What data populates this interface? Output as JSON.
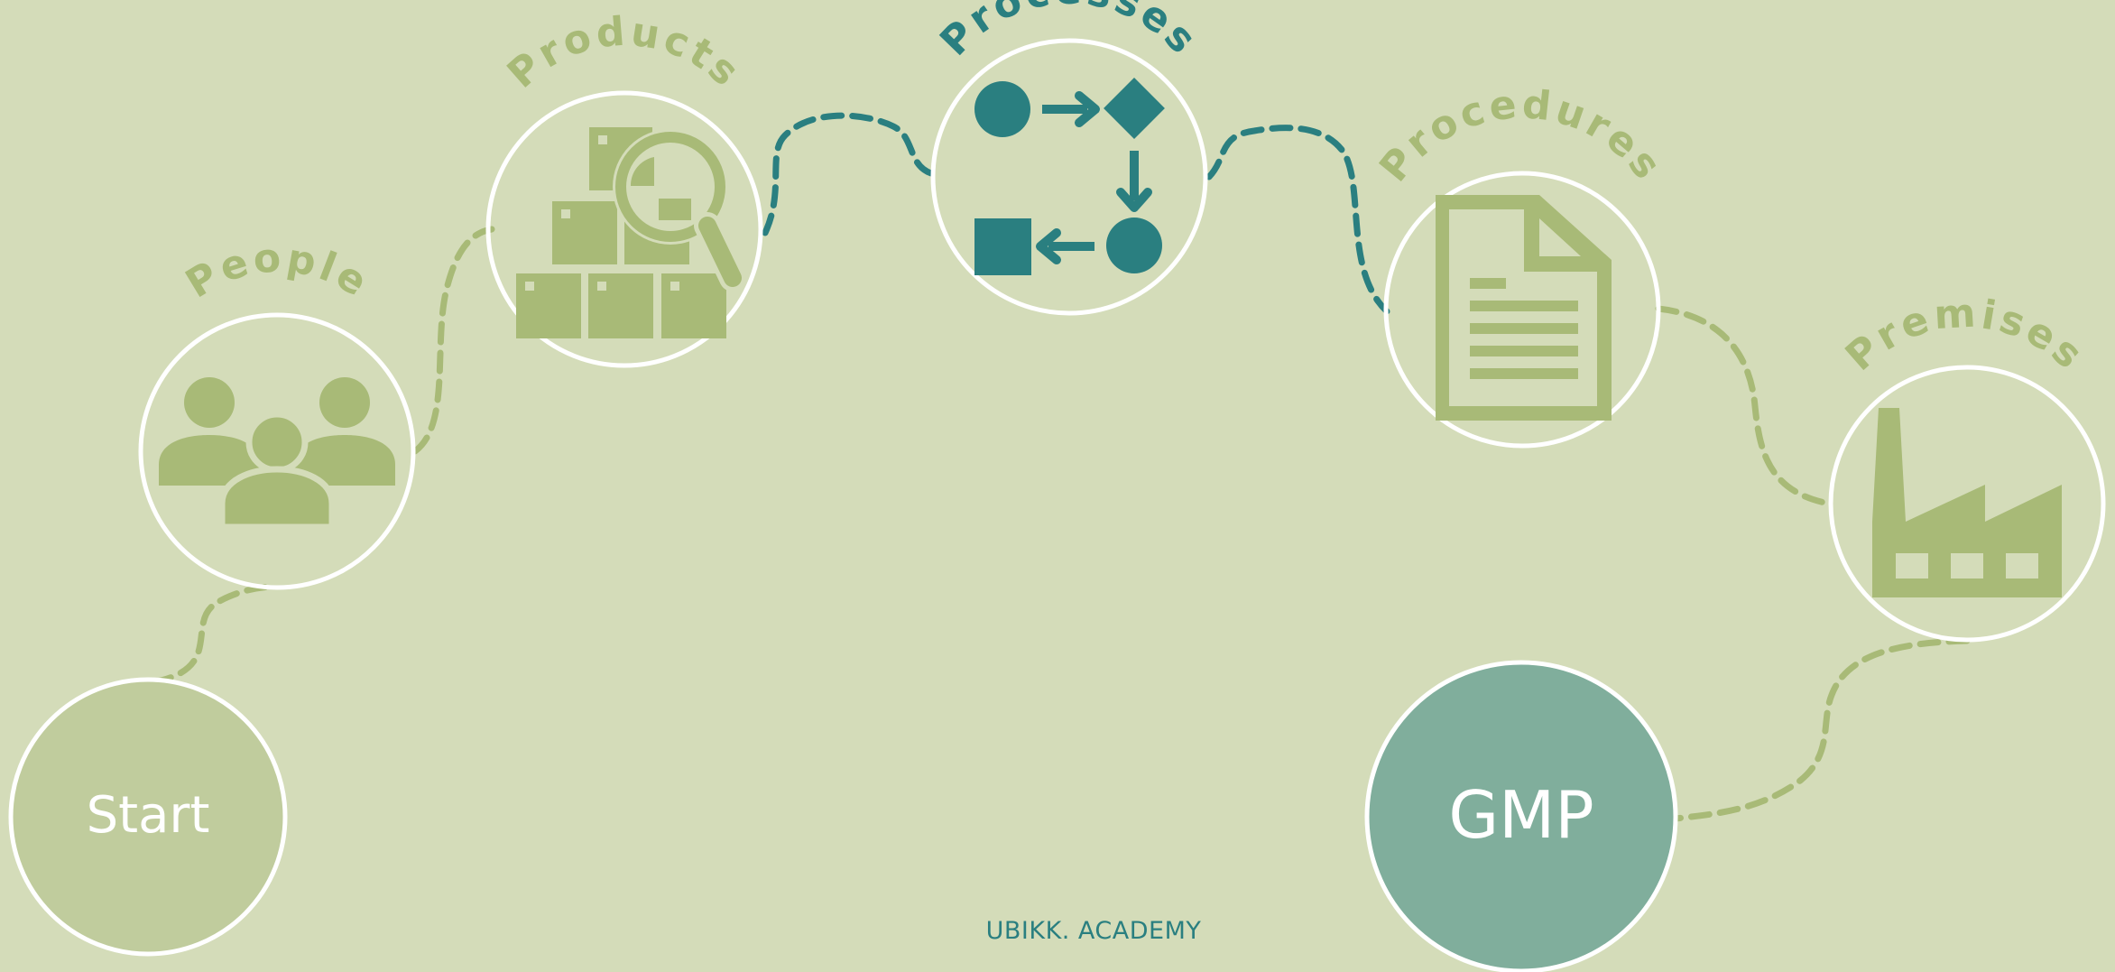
{
  "colors": {
    "background": "#d4dcb9",
    "green": "#a8ba77",
    "teal": "#2a7f80",
    "start_fill": "#c0cc9d",
    "gmp_fill": "#80ae9c",
    "ring": "#ffffff"
  },
  "start": {
    "label": "Start"
  },
  "goal": {
    "label": "GMP"
  },
  "stages": [
    {
      "label": "People",
      "icon": "people-icon"
    },
    {
      "label": "Products",
      "icon": "products-inspection-icon"
    },
    {
      "label": "Processes",
      "icon": "process-flow-icon"
    },
    {
      "label": "Procedures",
      "icon": "document-icon"
    },
    {
      "label": "Premises",
      "icon": "factory-icon"
    }
  ],
  "footer": {
    "brand": "UBIKK. ACADEMY"
  }
}
